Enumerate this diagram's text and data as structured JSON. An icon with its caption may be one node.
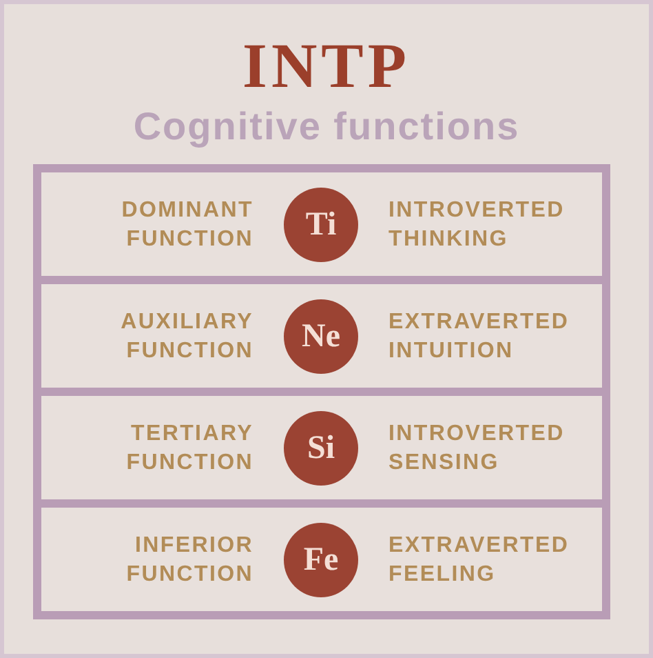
{
  "diagram": {
    "title": "INTP",
    "nodes": [
      {
        "text": [
          "DOMINANT FUNCTION",
          "INTROVERTED THINKING"
        ]
      },
      {
        "text": [
          "Ti"
        ],
        "in": 0
      },
      {
        "text": [
          "AUXILIARY FUNCTION",
          "EXTRAVERTED INTUITION"
        ]
      },
      {
        "text": [
          "Ne"
        ],
        "in": 2
      },
      {
        "text": [
          "TERTIARY FUNCTION",
          "INTROVERTED SENSING"
        ]
      },
      {
        "text": [
          "Si"
        ],
        "in": 4
      },
      {
        "text": [
          "INFERIOR FUNCTION",
          "EXTRAVERTED FEELING"
        ]
      },
      {
        "text": [
          "Fe"
        ],
        "in": 6
      }
    ],
    "labels": [
      "Cognitive functions"
    ]
  }
}
